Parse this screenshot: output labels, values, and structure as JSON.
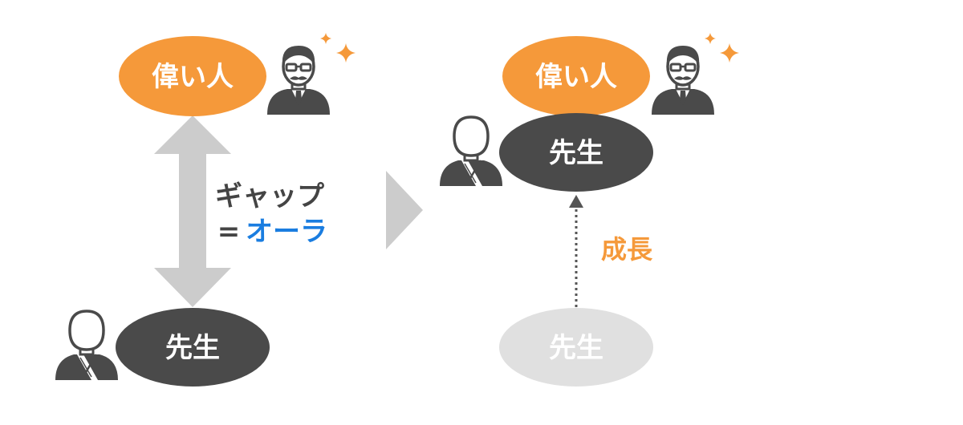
{
  "left_panel": {
    "top_label": "偉い人",
    "bottom_label": "先生",
    "gap_label": "ギャップ",
    "equals_sign": "=",
    "aura_label": "オーラ"
  },
  "right_panel": {
    "top_label": "偉い人",
    "middle_label": "先生",
    "bottom_label": "先生",
    "growth_label": "成長"
  },
  "colors": {
    "orange": "#f5993a",
    "dark": "#4a4a4a",
    "gray_arrow": "#cccccc",
    "faded": "#e0e0e0",
    "blue": "#1a7de0",
    "text_dark": "#444444"
  }
}
